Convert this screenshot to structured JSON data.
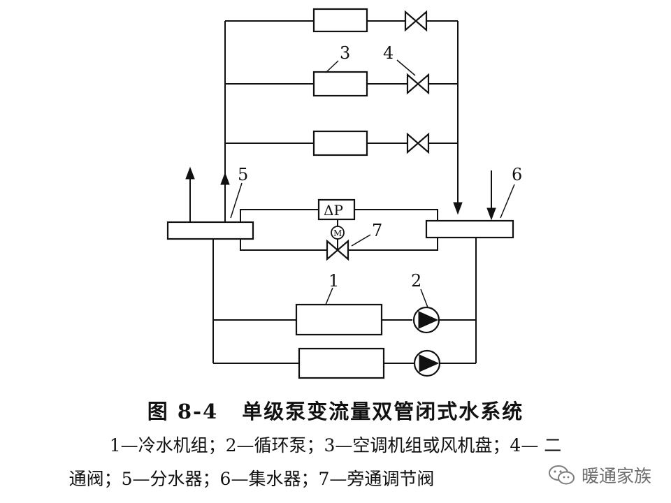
{
  "diagram": {
    "labels": {
      "chiller": "1",
      "pump": "2",
      "terminal_unit": "3",
      "two_way_valve": "4",
      "water_distributor": "5",
      "water_collector": "6",
      "bypass_valve": "7",
      "dp_sensor": "ΔP",
      "motor": "M"
    }
  },
  "caption": {
    "figure_number": "图 8-4",
    "title": "单级泵变流量双管闭式水系统",
    "legend_line_1": "1—冷水机组；2—循环泵；3—空调机组或风机盘；4— 二",
    "legend_line_2": "通阀；5—分水器；6—集水器；7—旁通调节阀"
  },
  "watermark": {
    "text": "暖通家族"
  }
}
